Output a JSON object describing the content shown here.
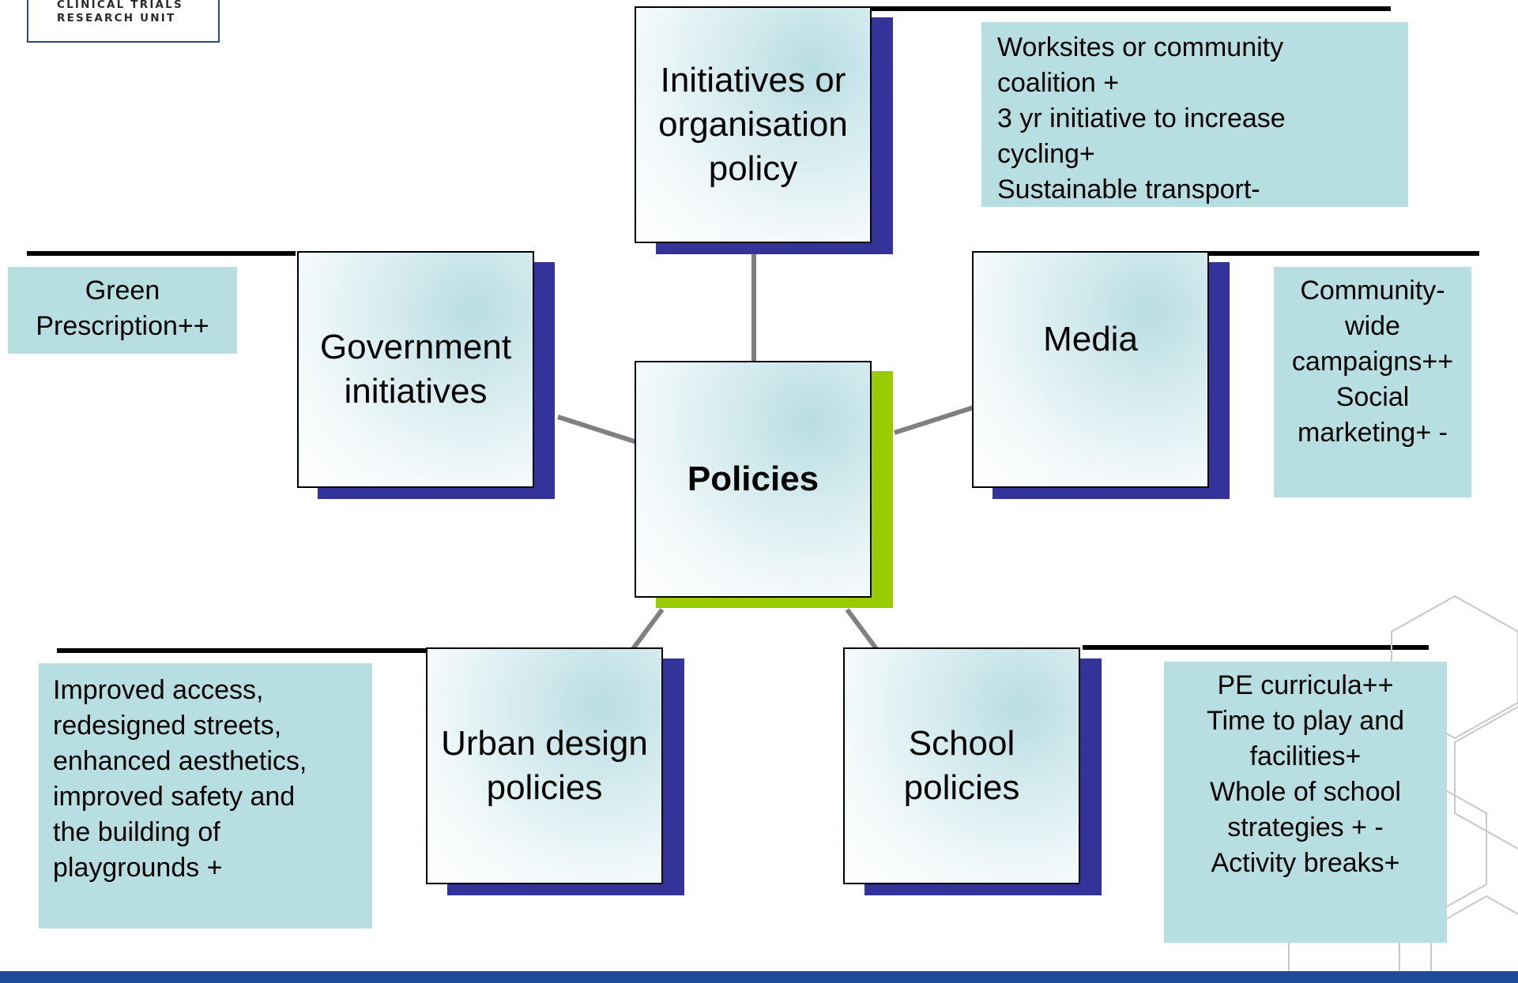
{
  "logo": {
    "line1": "CLINICAL TRIALS",
    "line2": "RESEARCH UNIT"
  },
  "center": {
    "label": "Policies"
  },
  "nodes": {
    "top": {
      "label": "Initiatives or\norganisation\npolicy"
    },
    "left": {
      "label": "Government\ninitiatives"
    },
    "right": {
      "label": "Media"
    },
    "bottom_left": {
      "label": "Urban design\npolicies"
    },
    "bottom_right": {
      "label": "School\npolicies"
    }
  },
  "notes": {
    "top": "Worksites or community\ncoalition +\n3 yr initiative to increase\ncycling+\nSustainable transport-",
    "left": "Green\nPrescription++",
    "right": "Community-\nwide\ncampaigns++\nSocial\nmarketing+ -",
    "bottom_left": "Improved access,\nredesigned streets,\nenhanced aesthetics,\nimproved safety and\nthe building of\nplaygrounds +",
    "bottom_right": "PE curricula++\nTime to play and\nfacilities+\nWhole of school\nstrategies + -\nActivity breaks+"
  },
  "colors": {
    "note_fill": "#b7dfe2",
    "shadow_blue": "#333399",
    "shadow_green": "#99cc00",
    "footer": "#1f4b9c"
  }
}
